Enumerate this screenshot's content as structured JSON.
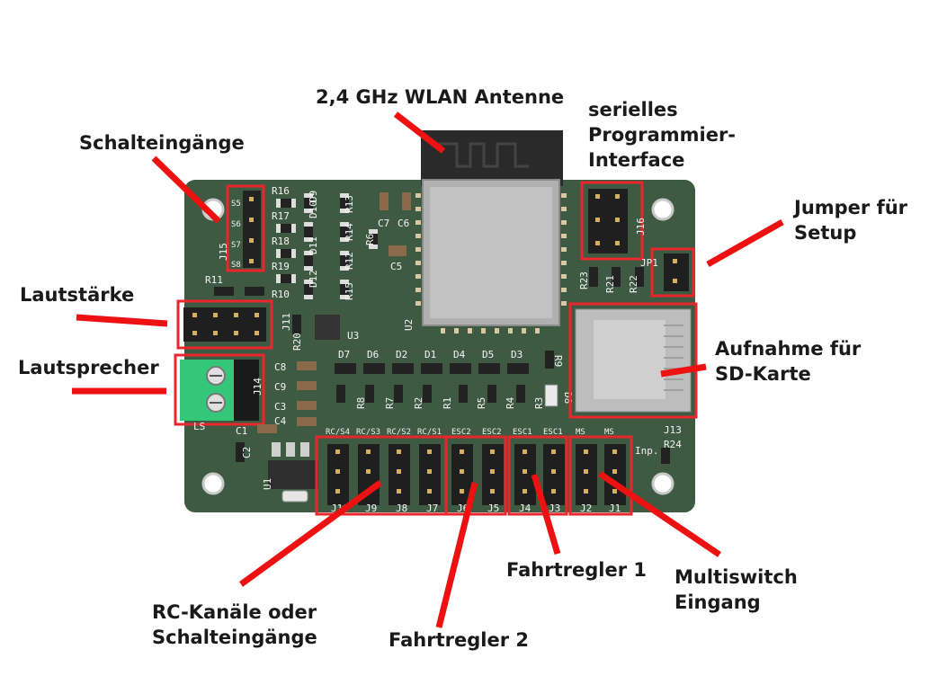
{
  "callouts": {
    "antenna": "2,4 GHz WLAN Antenne",
    "serial": "serielles\nProgrammier-\nInterface",
    "switch_inputs": "Schalteingänge",
    "jumper": "Jumper für\nSetup",
    "volume": "Lautstärke",
    "speaker": "Lautsprecher",
    "sdcard": "Aufnahme für\nSD-Karte",
    "rc_channels": "RC-Kanäle oder\nSchalteingänge",
    "esc1": "Fahrtregler 1",
    "esc2": "Fahrtregler 2",
    "multiswitch": "Multiswitch\nEingang"
  },
  "board": {
    "header_labels": [
      "S5",
      "S6",
      "S7",
      "S8"
    ],
    "top_pin_labels": [
      "RC/S4",
      "RC/S3",
      "RC/S2",
      "RC/S1",
      "ESC2",
      "ESC2",
      "ESC1",
      "ESC1",
      "MS",
      "MS"
    ],
    "bottom_conn_labels": [
      "J10",
      "J9",
      "J8",
      "J7",
      "J6",
      "J5",
      "J4",
      "J3",
      "J2",
      "J1"
    ],
    "resistors_left": [
      "R16",
      "R17",
      "R18",
      "R19"
    ],
    "diode_labels": [
      "D7",
      "D6",
      "D2",
      "D1",
      "D4",
      "D5",
      "D3"
    ],
    "res_row_labels": [
      "R8",
      "R7",
      "R2",
      "R1",
      "R5",
      "R4",
      "R3"
    ],
    "misc_labels": {
      "j15": "J15",
      "r11": "R11",
      "r10": "R10",
      "j11": "J11",
      "r20": "R20",
      "u3": "U3",
      "u2": "U2",
      "c8": "C8",
      "c9": "C9",
      "c3": "C3",
      "c4": "C4",
      "c1": "C1",
      "c2": "C2",
      "c5": "C5",
      "c6": "C6",
      "c7": "C7",
      "u1": "U1",
      "j14": "J14",
      "ls": "LS",
      "j16": "J16",
      "jp1": "JP1",
      "r23": "R23",
      "r21": "R21",
      "r22": "R22",
      "r9": "R9",
      "d8": "D8",
      "j13": "J13",
      "r24": "R24",
      "inp": "Inp.",
      "r6": "R6",
      "r12": "R12",
      "r13": "R13",
      "r14": "R14",
      "r15": "R15",
      "d9": "D9",
      "d10": "D10",
      "d11": "D11",
      "d12": "D12"
    }
  },
  "colors": {
    "pcb": "#3e5a42",
    "highlight": "#e8262c",
    "arrow": "#ee1111",
    "terminal": "#34c77a"
  }
}
